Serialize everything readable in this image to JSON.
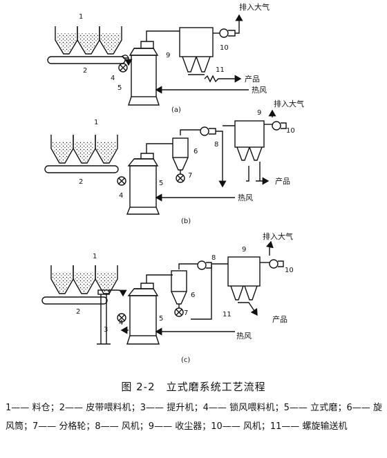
{
  "labels": {
    "exhaust": "排入大气",
    "product": "产品",
    "hot_air": "热风"
  },
  "sub_a": "(a)",
  "sub_b": "(b)",
  "sub_c": "(c)",
  "nums": {
    "a": [
      "1",
      "2",
      "4",
      "5",
      "9",
      "10",
      "11"
    ],
    "b": [
      "1",
      "2",
      "4",
      "5",
      "6",
      "7",
      "8",
      "9",
      "10"
    ],
    "c": [
      "1",
      "2",
      "3",
      "4",
      "5",
      "6",
      "7",
      "8",
      "9",
      "10",
      "11"
    ]
  },
  "caption": "图 2-2　立式磨系统工艺流程",
  "legend": "1—— 料仓；2—— 皮带喂料机；3—— 提升机；4—— 锁风喂料机；5—— 立式磨；6—— 旋风筒；7—— 分格轮；8—— 风机；9—— 收尘器；10—— 风机；11—— 螺旋输送机"
}
